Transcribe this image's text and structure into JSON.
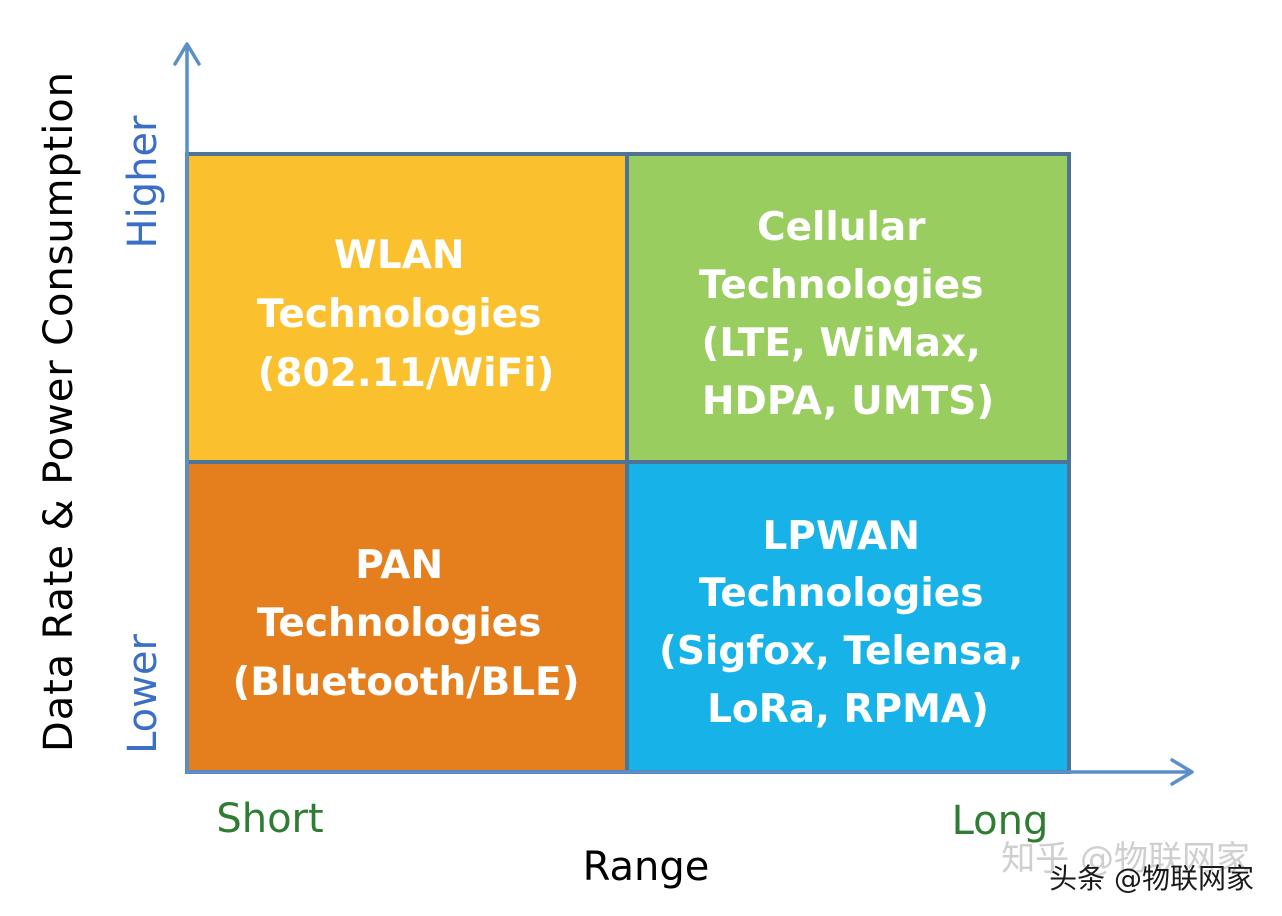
{
  "colors": {
    "wlan": "#FBC02D",
    "cellular": "#9ACD5F",
    "pan": "#E57F1E",
    "lpwan": "#17B3E8",
    "grid_border": "#4E7396",
    "axis_arrow": "#5B8FC7",
    "axis_end_blue": "#3B6FC6",
    "axis_end_green": "#2E7D32"
  },
  "quadrants": {
    "top_left": {
      "lines": [
        "WLAN",
        "Technologies",
        "(802.11/WiFi)"
      ]
    },
    "top_right": {
      "lines": [
        "Cellular",
        "Technologies",
        "(LTE, WiMax,",
        "HDPA, UMTS)"
      ]
    },
    "bottom_left": {
      "lines": [
        "PAN",
        "Technologies",
        "(Bluetooth/BLE)"
      ]
    },
    "bottom_right": {
      "lines": [
        "LPWAN",
        "Technologies",
        "(Sigfox, Telensa,",
        "LoRa, RPMA)"
      ]
    }
  },
  "y_axis": {
    "title": "Data Rate & Power Consumption",
    "high_label": "Higher",
    "low_label": "Lower"
  },
  "x_axis": {
    "title": "Range",
    "low_label": "Short",
    "high_label": "Long"
  },
  "watermark": {
    "line1": "知乎 @物联网家",
    "line2": "头条 @物联网家"
  }
}
